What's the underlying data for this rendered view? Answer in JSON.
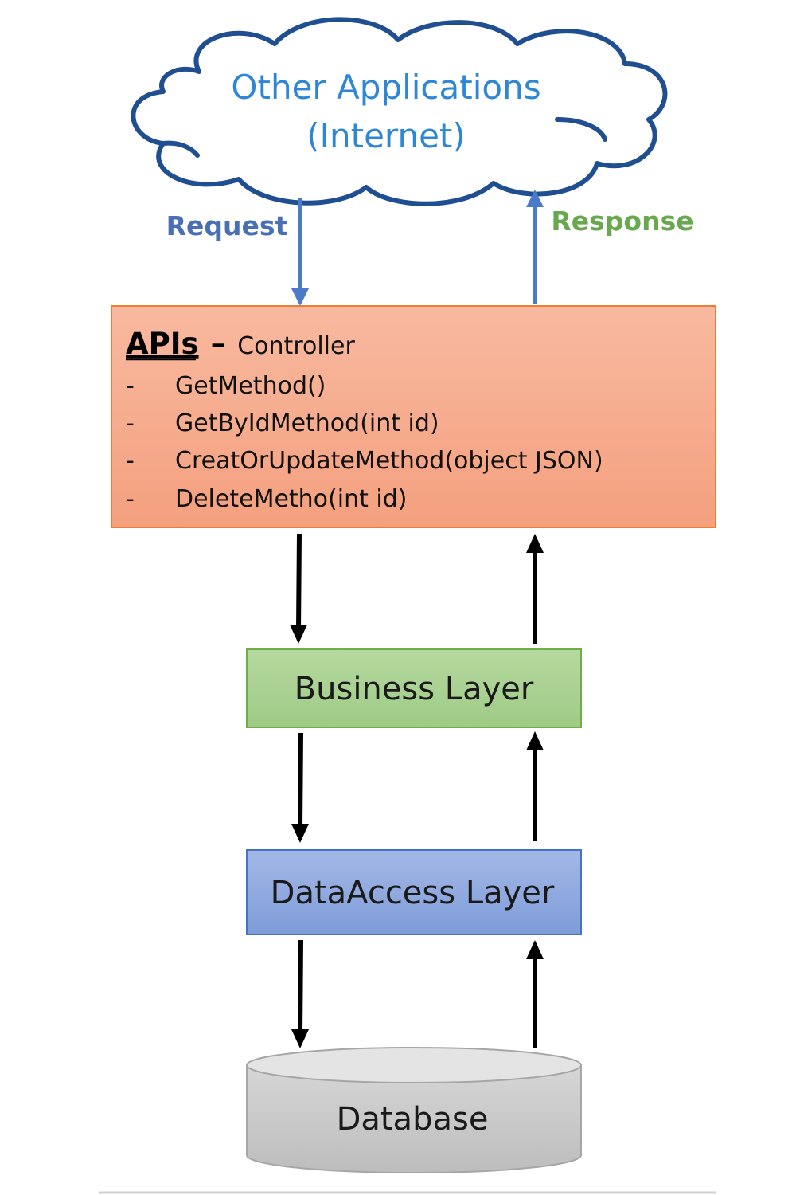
{
  "cloud": {
    "line1": "Other Applications",
    "line2": "(Internet)",
    "color": "#2e86d6"
  },
  "arrows": {
    "request_label": "Request",
    "response_label": "Response",
    "request_color": "#4a6fb5",
    "response_color": "#6aa84f"
  },
  "api_box": {
    "title": "APIs",
    "separator": "–",
    "subtitle": "Controller",
    "fill": "#f6a98a",
    "methods": [
      {
        "bullet": "-",
        "label": "GetMethod()"
      },
      {
        "bullet": "-",
        "label": "GetByIdMethod(int id)"
      },
      {
        "bullet": "-",
        "label": "CreatOrUpdateMethod(object JSON)"
      },
      {
        "bullet": "-",
        "label": "DeleteMetho(int id)"
      }
    ]
  },
  "business_layer": {
    "label": "Business Layer",
    "fill": "#a9d18e"
  },
  "dataaccess_layer": {
    "label": "DataAccess Layer",
    "fill": "#8faadc"
  },
  "database": {
    "label": "Database",
    "fill": "#d0d0d0"
  }
}
